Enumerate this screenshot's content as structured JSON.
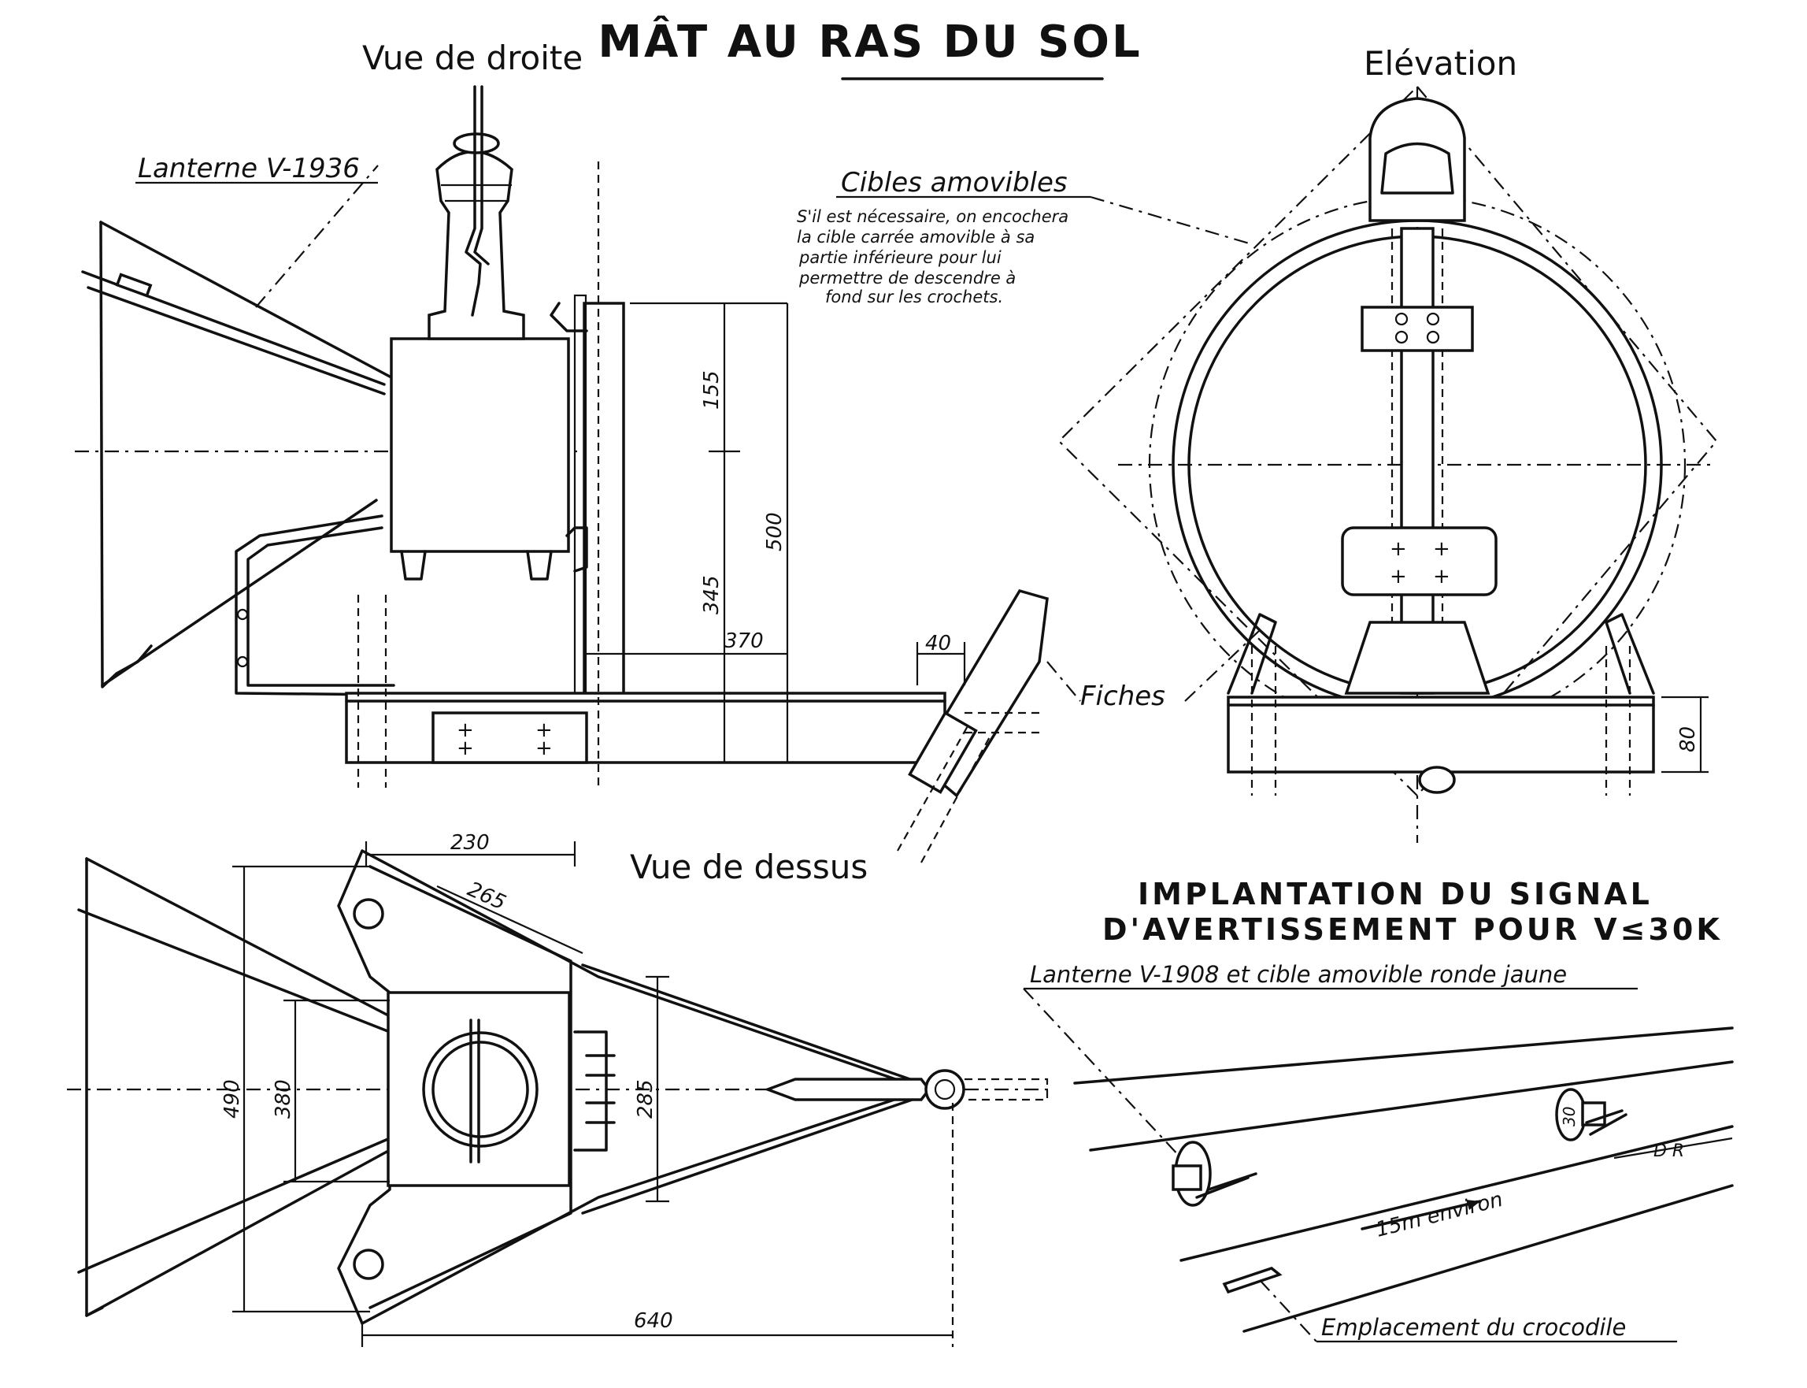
{
  "title": "MÂT AU RAS DU SOL",
  "views": {
    "right": "Vue de droite",
    "elevation": "Elévation",
    "top": "Vue de dessus"
  },
  "labels": {
    "lantern": "Lanterne V-1936",
    "targets": "Cibles amovibles",
    "targets_note": [
      "S'il est nécessaire, on encochera",
      "la cible carrée amovible à sa",
      "partie inférieure pour lui",
      "permettre de descendre à",
      "fond sur les crochets."
    ],
    "stakes": "Fiches"
  },
  "dimensions": {
    "d155": "155",
    "d500": "500",
    "d345": "345",
    "d370": "370",
    "d40": "40",
    "d80": "80",
    "d230": "230",
    "d265": "265",
    "d490": "490",
    "d380": "380",
    "d285": "285",
    "d640": "640"
  },
  "implantation": {
    "heading_line1": "IMPLANTATION DU SIGNAL",
    "heading_line2": "D'AVERTISSEMENT POUR V≤30K",
    "lantern": "Lanterne V-1908 et cible amovible ronde jaune",
    "distance": "15m environ",
    "track": "D R",
    "sign_value": "30",
    "crocodile": "Emplacement du crocodile"
  }
}
